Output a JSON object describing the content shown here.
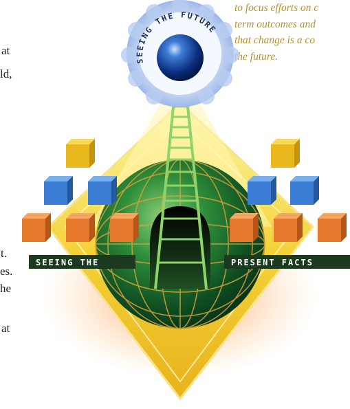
{
  "left_fragments": [
    "at",
    "ld,",
    "t.",
    "es.",
    "he",
    "at"
  ],
  "quote_lines": [
    "to focus efforts on c",
    "term outcomes and",
    "that change is a co",
    "the future."
  ],
  "art": {
    "top_arc_text": "SEEING THE FUTURE",
    "left_banner": "SEEING THE",
    "right_banner": "PRESENT FACTS"
  }
}
